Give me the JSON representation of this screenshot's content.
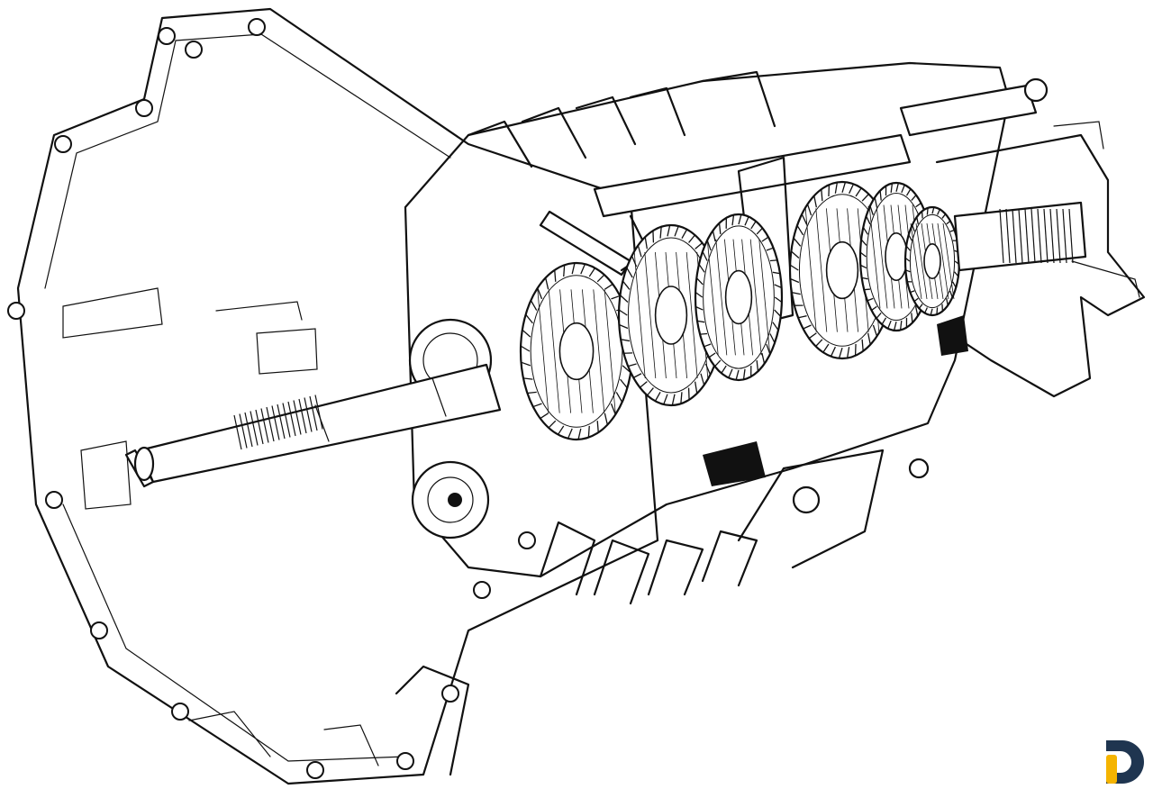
{
  "colors": {
    "ink": "#111111",
    "paper": "#ffffff",
    "logo_navy": "#1f3550",
    "logo_yellow": "#f5b400"
  },
  "gears": [
    {
      "teeth": 34
    },
    {
      "teeth": 38
    },
    {
      "teeth": 36
    },
    {
      "teeth": 40
    },
    {
      "teeth": 36
    },
    {
      "teeth": 28
    }
  ],
  "bolt_holes": 14,
  "logo": {
    "icon": "d-letter-logo-icon"
  }
}
